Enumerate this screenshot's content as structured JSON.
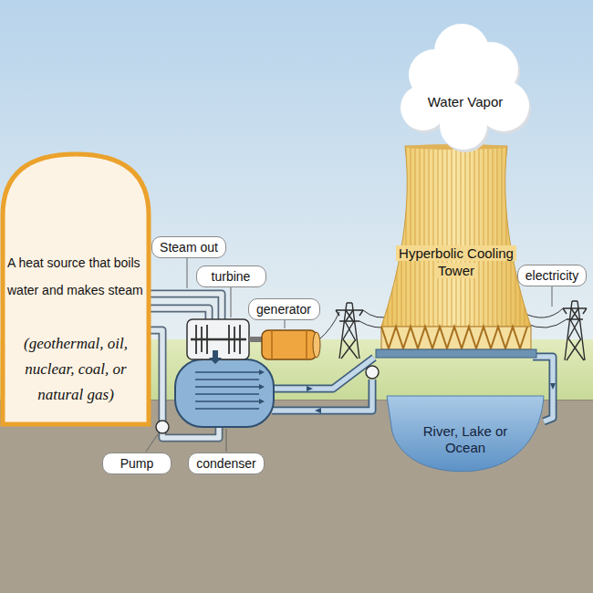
{
  "diagram": {
    "nodes": [
      {
        "text": [
          "Water Vapor"
        ]
      },
      {
        "text": [
          "Hyperbolic Cooling Tower"
        ]
      },
      {
        "text": [
          "Steam out"
        ]
      },
      {
        "text": [
          "turbine"
        ]
      },
      {
        "text": [
          "generator"
        ]
      },
      {
        "text": [
          "electricity"
        ]
      },
      {
        "text": [
          "A heat source that boils water and makes steam",
          "(geothermal, oil, nuclear, coal, or natural gas)"
        ]
      },
      {
        "text": [
          "River, Lake or Ocean"
        ]
      },
      {
        "text": [
          "Pump"
        ]
      },
      {
        "text": [
          "condenser"
        ]
      }
    ]
  }
}
